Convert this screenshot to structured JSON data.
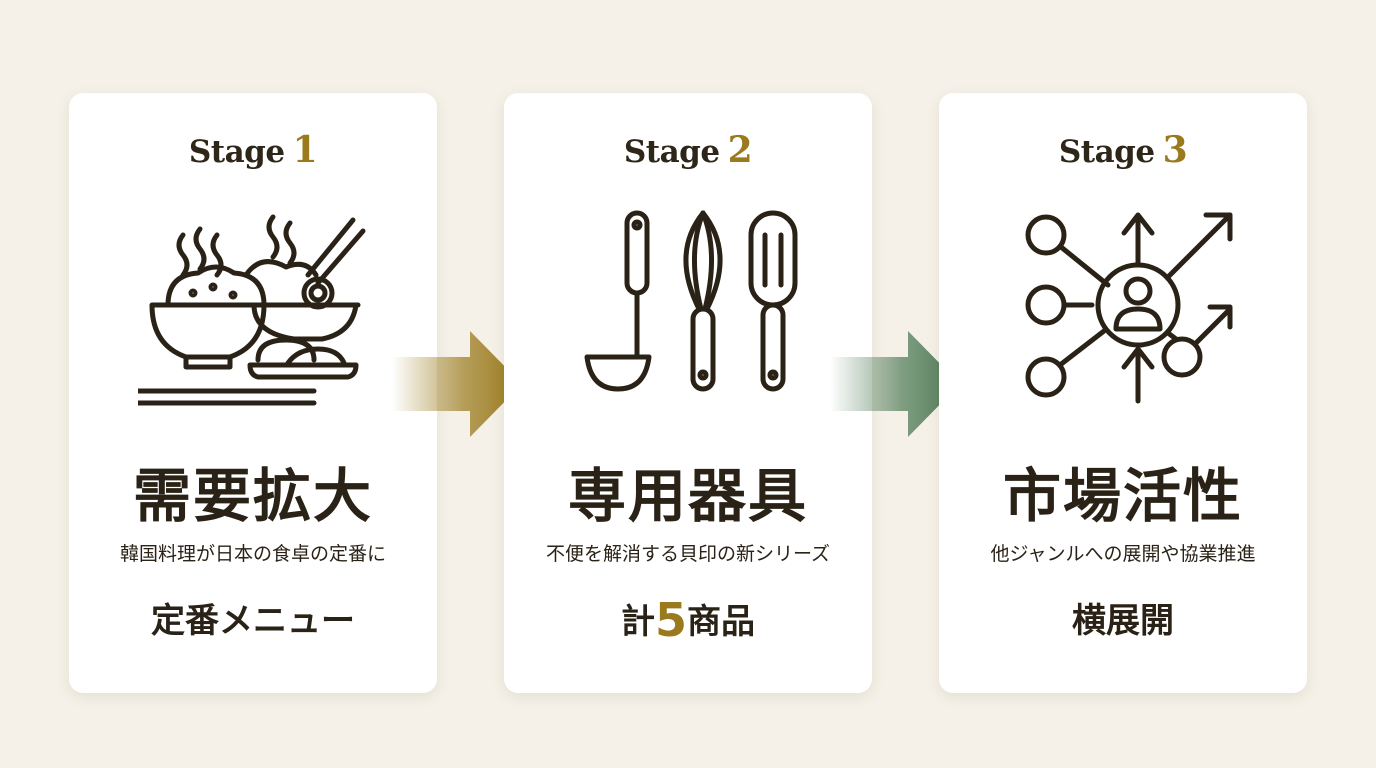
{
  "colors": {
    "background": "#f5f1e8",
    "card": "#ffffff",
    "text": "#2a2216",
    "gold": "#9a7a1c",
    "green": "#4e7a56"
  },
  "stages": [
    {
      "label": "Stage",
      "number": "1",
      "icon": "korean-food-icon",
      "heading": "需要拡大",
      "description": "韓国料理が日本の食卓の定番に",
      "highlight": "定番メニュー"
    },
    {
      "label": "Stage",
      "number": "2",
      "icon": "kitchen-utensils-icon",
      "heading": "専用器具",
      "description": "不便を解消する貝印の新シリーズ",
      "highlight_prefix": "計",
      "highlight_number": "5",
      "highlight_suffix": "商品"
    },
    {
      "label": "Stage",
      "number": "3",
      "icon": "market-network-icon",
      "heading": "市場活性",
      "description": "他ジャンルへの展開や協業推進",
      "highlight": "横展開"
    }
  ],
  "arrows": [
    {
      "icon": "arrow-right-icon",
      "color": "#9a7a1c"
    },
    {
      "icon": "arrow-right-icon",
      "color": "#4e7a56"
    }
  ]
}
